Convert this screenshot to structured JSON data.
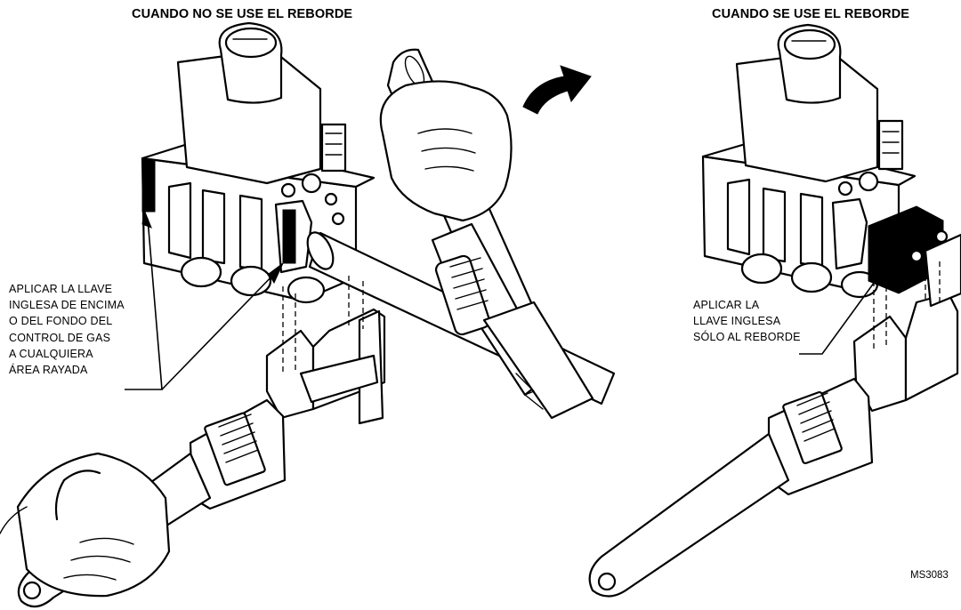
{
  "left_panel": {
    "title": "CUANDO NO SE USE EL REBORDE",
    "caption": "APLICAR LA LLAVE\nINGLESA DE ENCIMA\nO DEL FONDO DEL\nCONTROL DE GAS\nA CUALQUIERA\nÁREA RAYADA"
  },
  "right_panel": {
    "title": "CUANDO SE USE EL REBORDE",
    "caption": "APLICAR LA\nLLAVE INGLESA\nSÓLO AL REBORDE"
  },
  "figure_code": "MS3083"
}
